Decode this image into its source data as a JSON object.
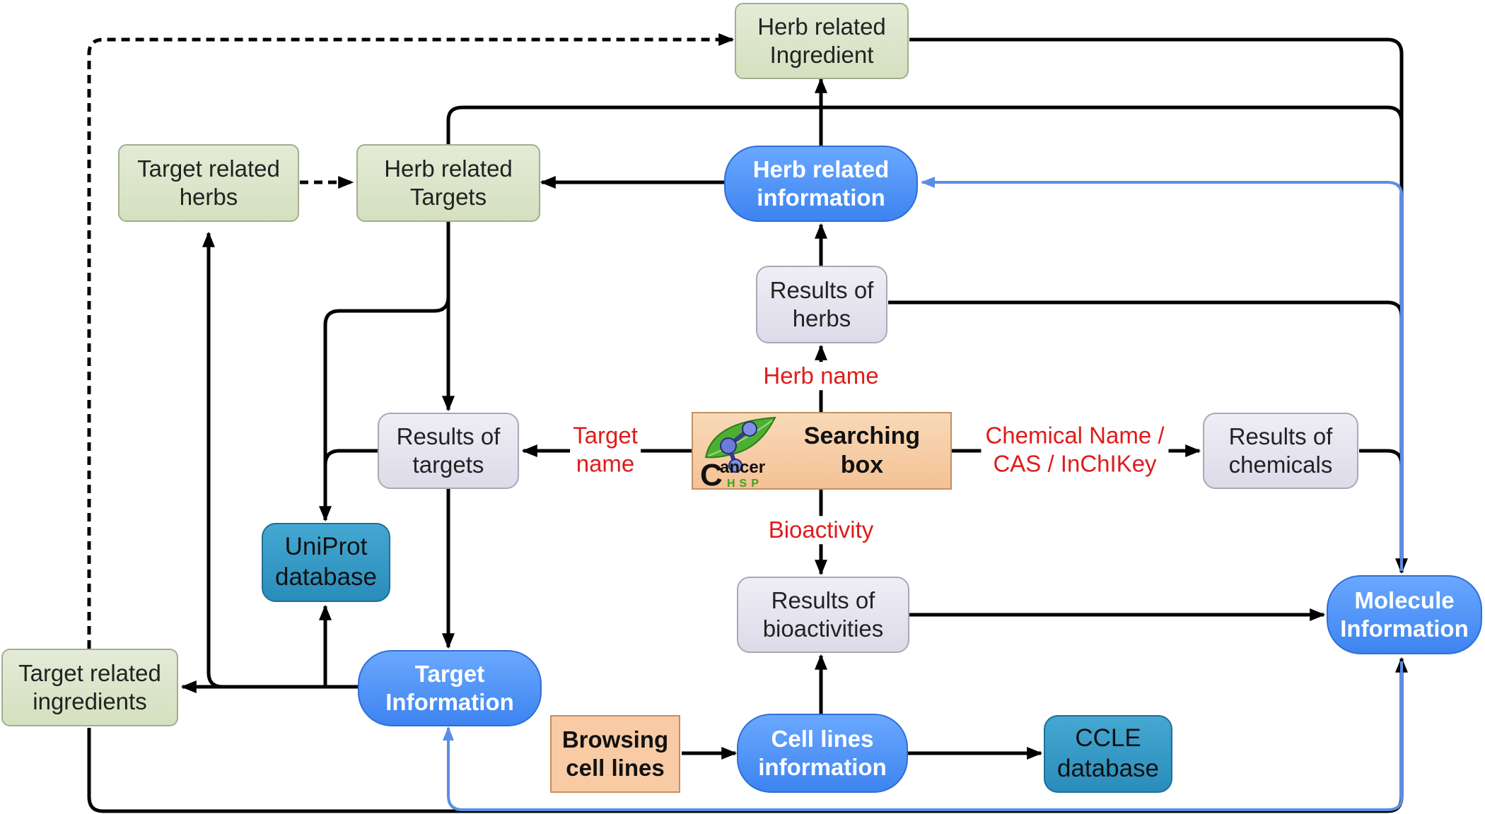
{
  "colors": {
    "black_arrow": "#000000",
    "blue_arrow": "#5a8ee6",
    "label_red": "#e01b1b"
  },
  "nodes": {
    "herb_related_ingredient": "Herb related\nIngredient",
    "target_related_herbs": "Target related\nherbs",
    "herb_related_targets": "Herb related\nTargets",
    "herb_related_information": "Herb related\ninformation",
    "results_of_herbs": "Results of\nherbs",
    "results_of_targets": "Results of\ntargets",
    "searching_box": "Searching box",
    "results_of_chemicals": "Results of\nchemicals",
    "uniprot_database": "UniProt\ndatabase",
    "results_of_bioactivities": "Results of\nbioactivities",
    "molecule_information": "Molecule\nInformation",
    "target_related_ingredients": "Target related\ningredients",
    "target_information": "Target\nInformation",
    "browsing_cell_lines": "Browsing\ncell lines",
    "cell_lines_information": "Cell lines\ninformation",
    "ccle_database": "CCLE\ndatabase"
  },
  "logo": {
    "letter_c": "C",
    "word": "ancer",
    "sub": "HSP",
    "icon": "leaf-molecule-icon"
  },
  "edge_labels": {
    "herb_name": "Herb name",
    "target_name": "Target\nname",
    "chemical_name": "Chemical Name /\nCAS / InChIKey",
    "bioactivity": "Bioactivity"
  }
}
